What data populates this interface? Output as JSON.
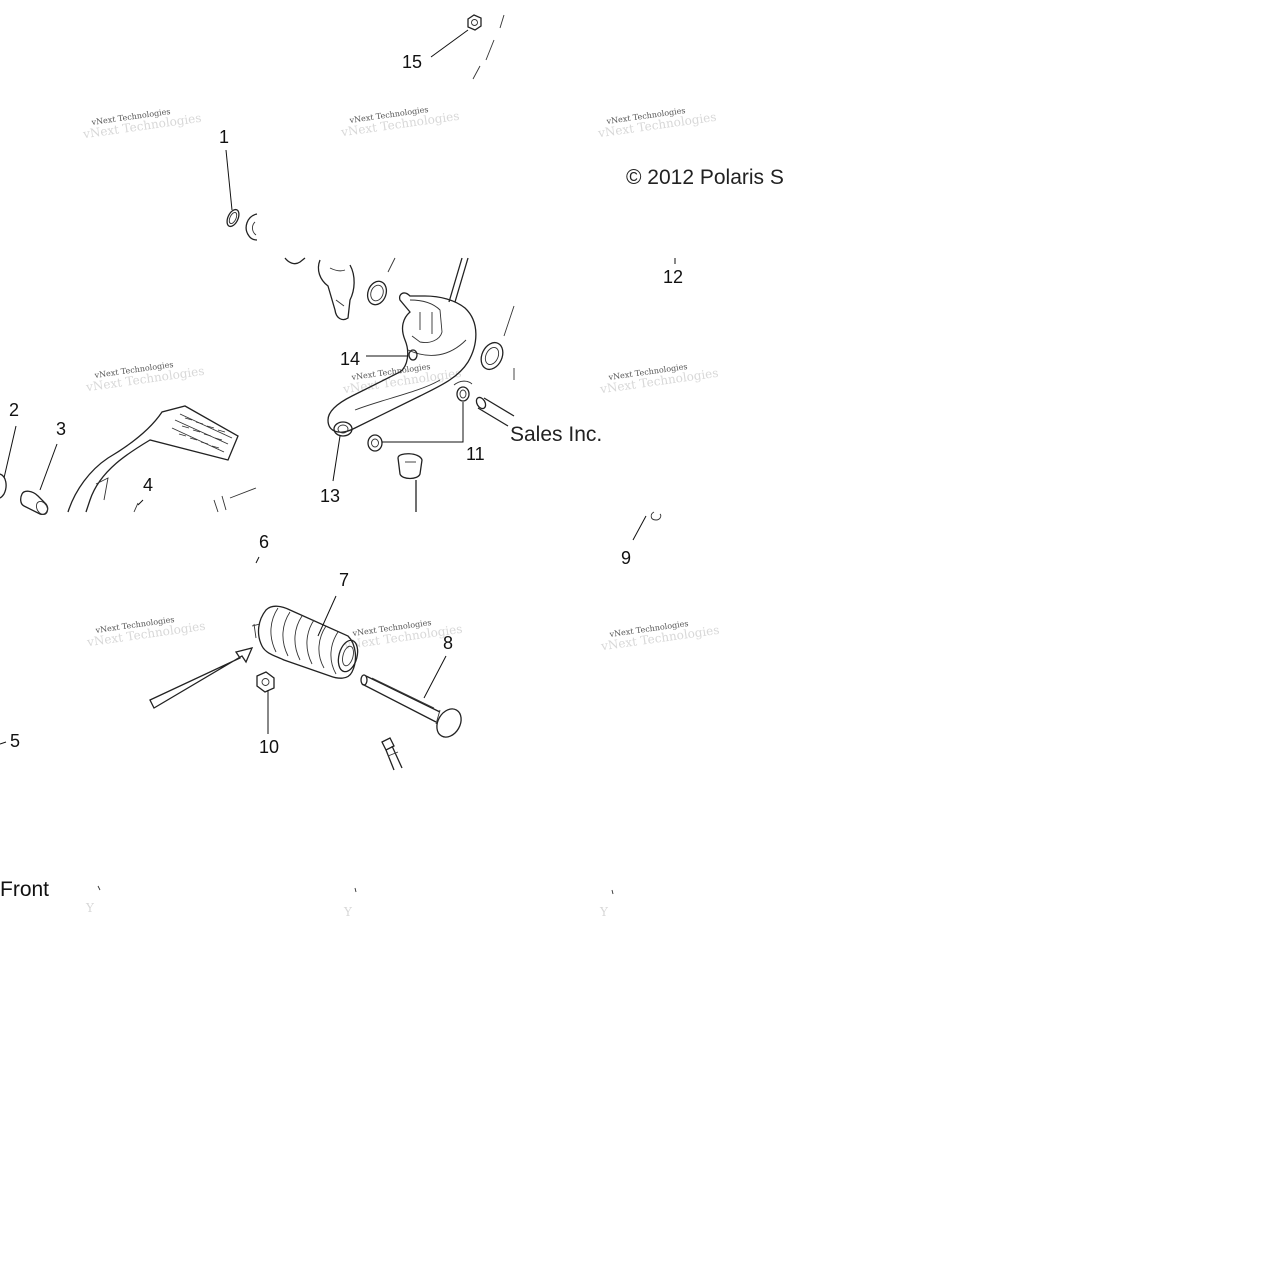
{
  "copyright": "© 2012 Polaris S",
  "copyright_tail": "Sales Inc.",
  "front_label": "Front",
  "watermark": "vNext Technologies",
  "callouts": [
    "1",
    "2",
    "3",
    "4",
    "5",
    "6",
    "7",
    "8",
    "9",
    "10",
    "11",
    "12",
    "13",
    "14",
    "15"
  ]
}
